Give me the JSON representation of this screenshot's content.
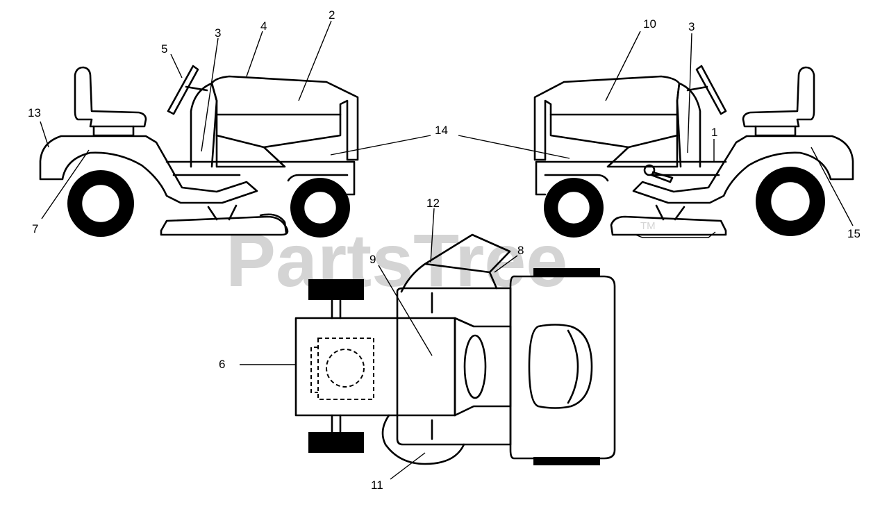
{
  "watermark": {
    "brand": "PartsTree",
    "mark": "TM"
  },
  "callouts": {
    "c1": "1",
    "c2": "2",
    "c3_left": "3",
    "c3_right": "3",
    "c4": "4",
    "c5": "5",
    "c6": "6",
    "c7": "7",
    "c8": "8",
    "c9": "9",
    "c10": "10",
    "c11": "11",
    "c12": "12",
    "c13": "13",
    "c14": "14",
    "c15": "15"
  }
}
